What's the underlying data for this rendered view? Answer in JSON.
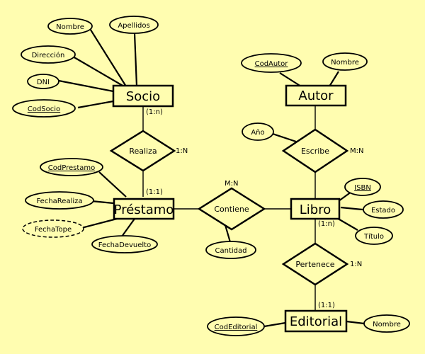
{
  "entities": {
    "socio": "Socio",
    "autor": "Autor",
    "prestamo": "Préstamo",
    "libro": "Libro",
    "editorial": "Editorial"
  },
  "relationships": {
    "realiza": "Realiza",
    "escribe": "Escribe",
    "contiene": "Contiene",
    "pertenece": "Pertenece"
  },
  "attributes": {
    "socio": {
      "nombre": "Nombre",
      "apellidos": "Apellidos",
      "direccion": "Dirección",
      "dni": "DNI",
      "codsocio": "CodSocio"
    },
    "autor": {
      "codautor": "CodAutor",
      "nombre": "Nombre"
    },
    "escribe": {
      "ano": "Año"
    },
    "prestamo": {
      "codprestamo": "CodPrestamo",
      "fecharealiza": "FechaRealiza",
      "fechatope": "FechaTope",
      "fechadevuelto": "FechaDevuelto"
    },
    "contiene": {
      "cantidad": "Cantidad"
    },
    "libro": {
      "isbn": "ISBN",
      "estado": "Estado",
      "titulo": "Título"
    },
    "editorial": {
      "codeditorial": "CodEditorial",
      "nombre": "Nombre"
    }
  },
  "cardinalities": {
    "socio_realiza": "(1:n)",
    "realiza_type": "1:N",
    "realiza_prestamo": "(1:1)",
    "escribe_type": "M:N",
    "contiene_type": "M:N",
    "libro_pertenece": "(1:n)",
    "pertenece_type": "1:N",
    "pertenece_editorial": "(1:1)"
  }
}
